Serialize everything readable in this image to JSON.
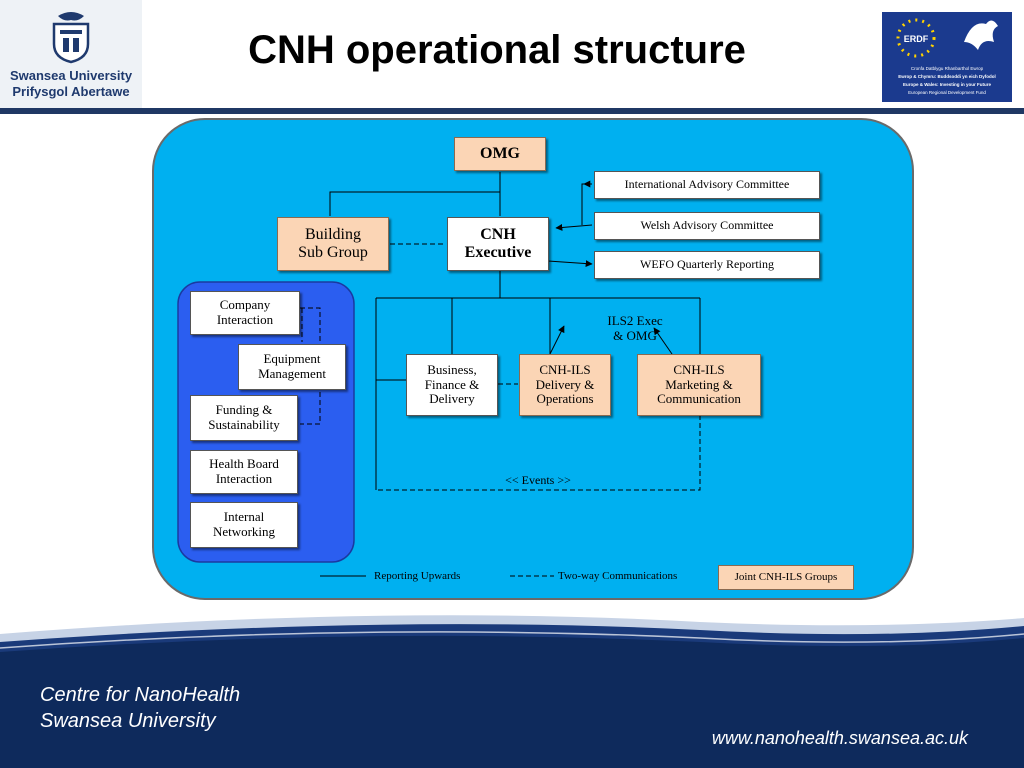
{
  "header": {
    "logo_line1": "Swansea University",
    "logo_line2": "Prifysgol Abertawe",
    "title": "CNH operational structure",
    "erdf_badge": "ERDF",
    "erdf_text1": "Cronfa Datblygu Rhanbarthol Ewrop",
    "erdf_text2": "Ewrop & Chymru: Buddsoddi yn eich Dyfodol",
    "erdf_text3": "Europe & Wales: Investing in your Future",
    "erdf_text4": "European Regional Development Fund"
  },
  "nodes": {
    "omg": "OMG",
    "building": "Building\nSub Group",
    "executive": "CNH\nExecutive",
    "intl": "International Advisory Committee",
    "welsh": "Welsh Advisory Committee",
    "wefo": "WEFO Quarterly Reporting",
    "company": "Company\nInteraction",
    "equipment": "Equipment\nManagement",
    "funding": "Funding &\nSustainability",
    "health": "Health Board\nInteraction",
    "networking": "Internal\nNetworking",
    "business": "Business,\nFinance &\nDelivery",
    "delivery": "CNH-ILS\nDelivery &\nOperations",
    "marketing": "CNH-ILS\nMarketing &\nCommunication"
  },
  "labels": {
    "ils2": "ILS2 Exec\n& OMG",
    "events": "<< Events >>"
  },
  "legend": {
    "reporting": "Reporting Upwards",
    "twoway": "Two-way Communications",
    "joint": "Joint CNH-ILS Groups"
  },
  "footer": {
    "org_line1": "Centre for NanoHealth",
    "org_line2": "Swansea University",
    "url": "www.nanohealth.swansea.ac.uk"
  },
  "colors": {
    "diagram_bg": "#00b0f0",
    "panel_bg": "#2b5ef0",
    "node_peach": "#fbd5b5",
    "footer_navy": "#0e2a5c"
  }
}
